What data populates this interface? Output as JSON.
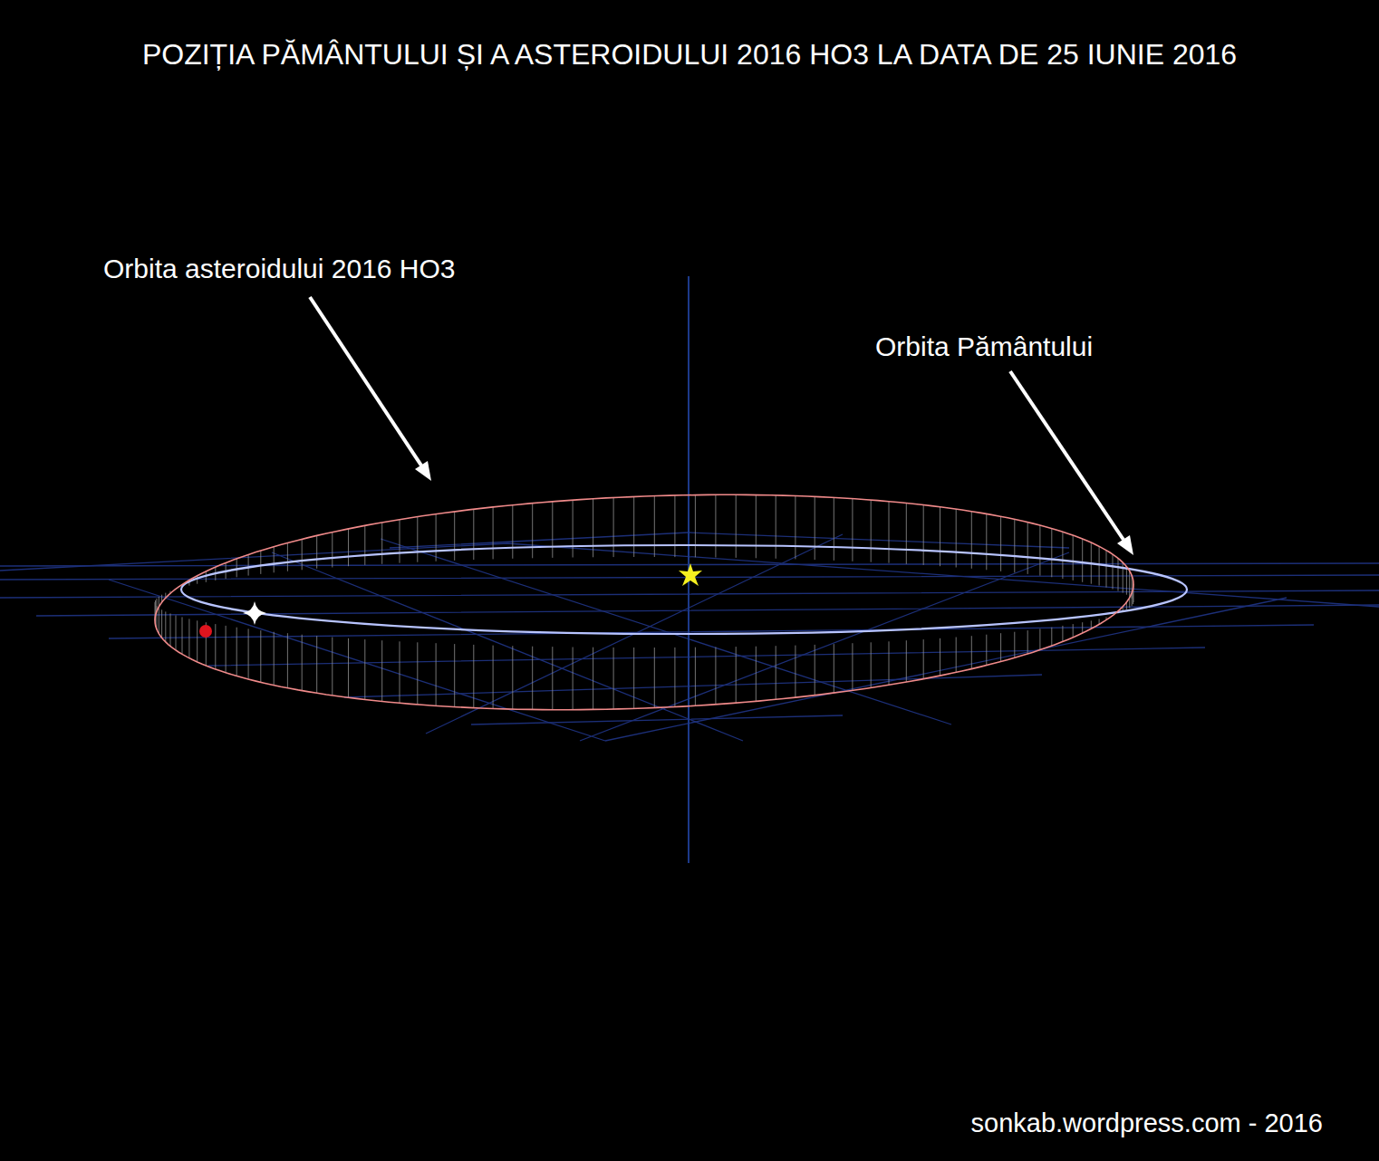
{
  "diagram": {
    "title": "POZIȚIA PĂMÂNTULUI ȘI A ASTEROIDULUI 2016 HO3 LA DATA DE 25 IUNIE 2016",
    "labels": [
      "Orbita asteroidului 2016 HO3",
      "Orbita Pământului",
      "sonkab.wordpress.com - 2016"
    ]
  }
}
